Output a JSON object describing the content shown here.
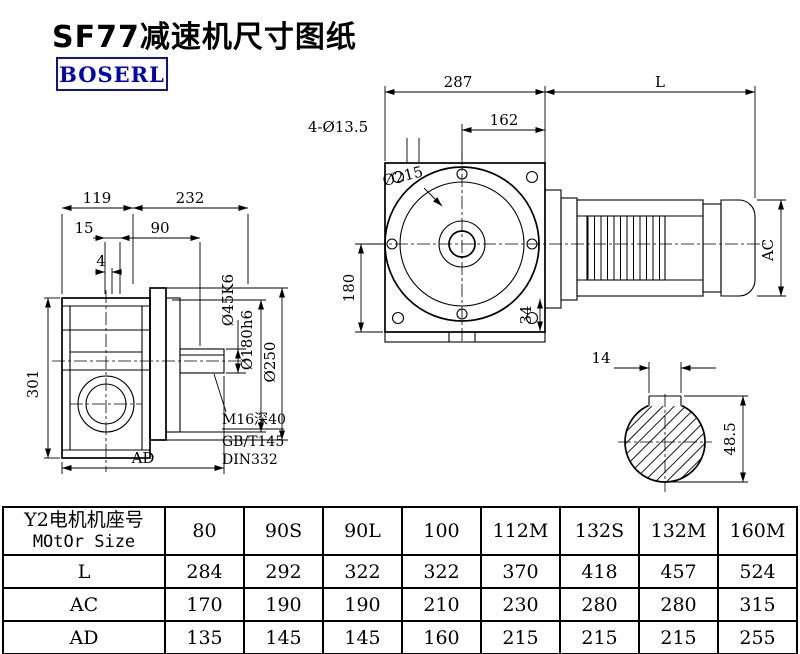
{
  "colors": {
    "logo_blue": "#0000bb",
    "line_black": "#000000"
  },
  "page": {
    "title": "SF77减速机尺寸图纸",
    "logo_text": "BOSERL"
  },
  "drawing": {
    "front": {
      "dim_width": "287",
      "dim_motor_length": "L",
      "dim_162": "162",
      "dim_holes": "4-Ø13.5",
      "dim_flange_dia": "Ø215",
      "dim_180": "180",
      "dim_34": "34",
      "dim_ac": "AC"
    },
    "side": {
      "dim_119": "119",
      "dim_232": "232",
      "dim_15": "15",
      "dim_90": "90",
      "dim_4": "4",
      "dim_301": "301",
      "dim_ad": "AD",
      "dim_shaft_dia": "Ø45K6",
      "dim_spigot_dia": "Ø180h6",
      "dim_flange_od": "Ø250",
      "note_tap": "M16深40",
      "note_gb": "GB/T145",
      "note_din": "DIN332"
    },
    "shaft": {
      "dim_key_width": "14",
      "dim_key_height": "48.5"
    }
  },
  "table": {
    "header": {
      "label_line1": "Y2电机机座号",
      "label_line2": "MOtOr Size",
      "columns": [
        "80",
        "90S",
        "90L",
        "100",
        "112M",
        "132S",
        "132M",
        "160M"
      ]
    },
    "rows": [
      {
        "label": "L",
        "values": [
          "284",
          "292",
          "322",
          "322",
          "370",
          "418",
          "457",
          "524"
        ]
      },
      {
        "label": "AC",
        "values": [
          "170",
          "190",
          "190",
          "210",
          "230",
          "280",
          "280",
          "315"
        ]
      },
      {
        "label": "AD",
        "values": [
          "135",
          "145",
          "145",
          "160",
          "215",
          "215",
          "215",
          "255"
        ]
      }
    ]
  }
}
